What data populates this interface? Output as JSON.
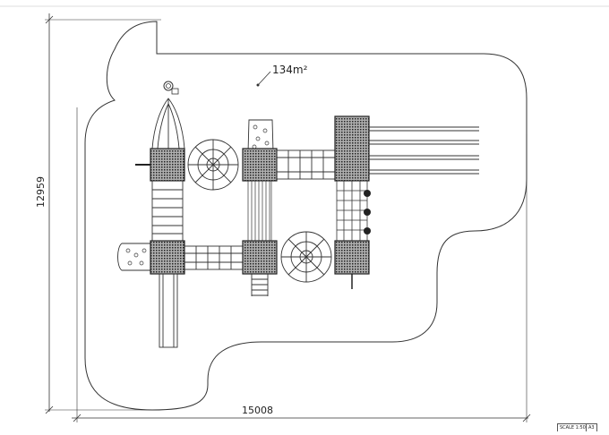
{
  "drawing": {
    "area_label": "134m²",
    "dim_width": "15008",
    "dim_height": "12959",
    "scale_label": "SCALE 1:50",
    "sheet_label": "A3"
  }
}
